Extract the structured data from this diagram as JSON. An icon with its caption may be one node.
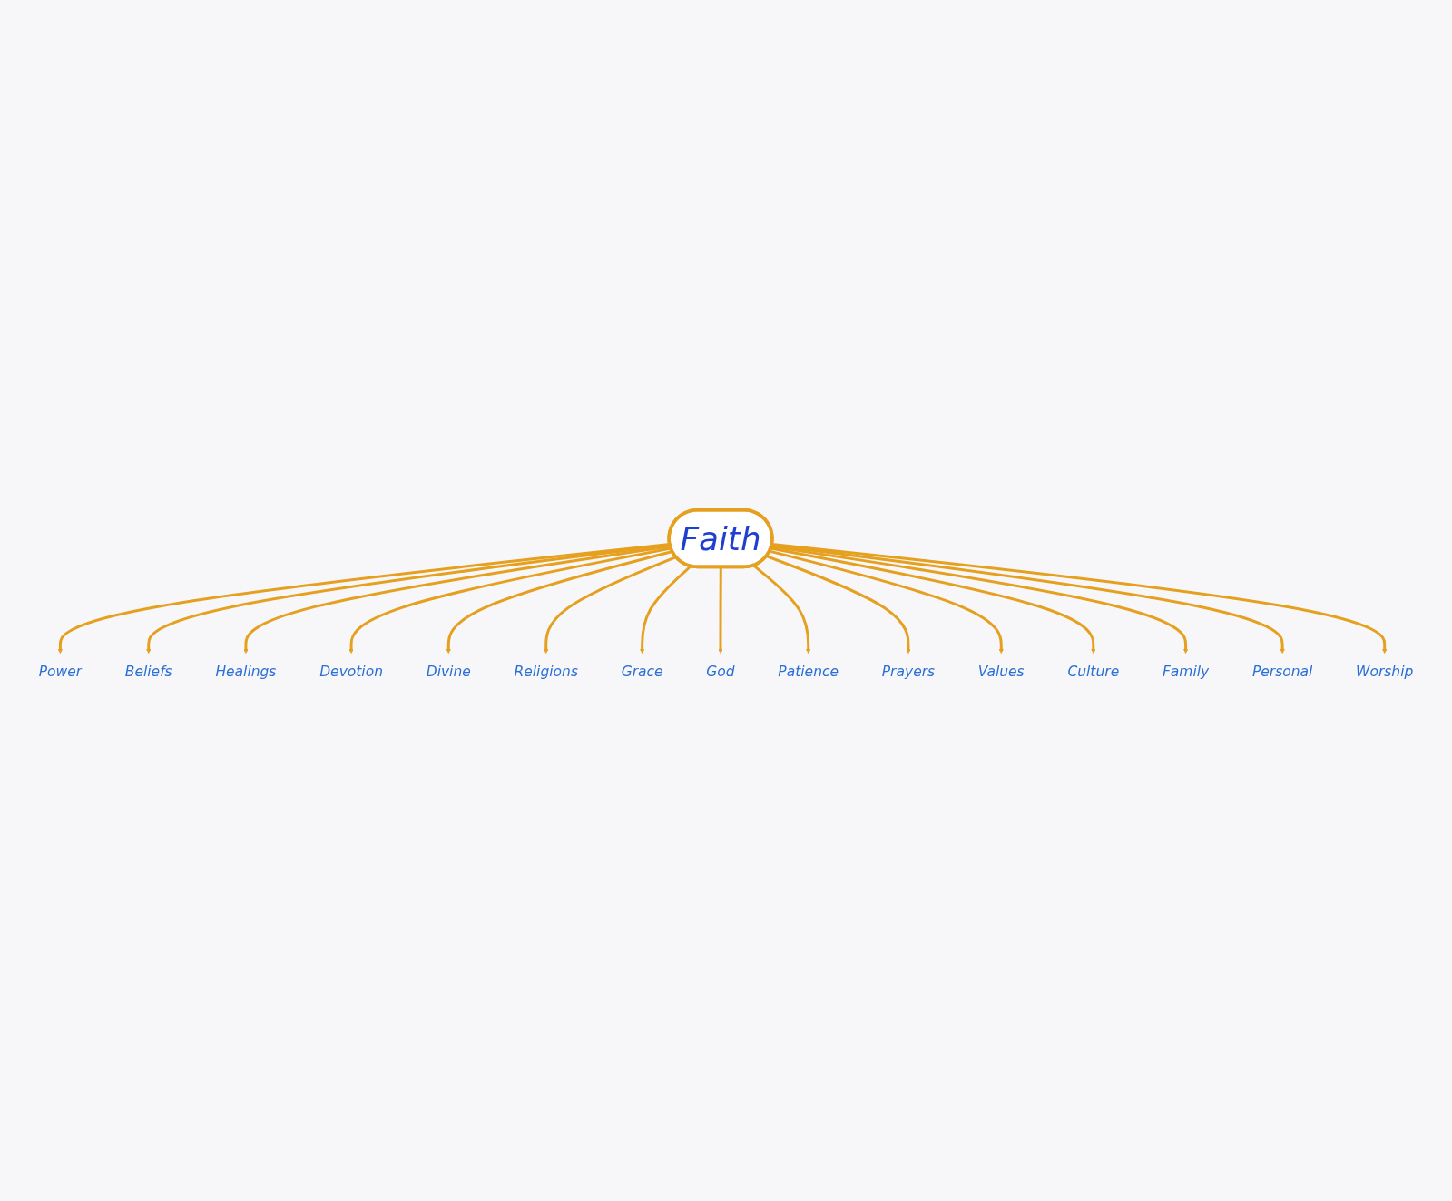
{
  "diagram": {
    "nodes": [
      {
        "text": [
          "Faith"
        ]
      },
      {
        "text": [
          "Power"
        ]
      },
      {
        "text": [
          "Beliefs"
        ]
      },
      {
        "text": [
          "Healings"
        ]
      },
      {
        "text": [
          "Devotion"
        ]
      },
      {
        "text": [
          "Divine"
        ]
      },
      {
        "text": [
          "Religions"
        ]
      },
      {
        "text": [
          "Grace"
        ]
      },
      {
        "text": [
          "God"
        ]
      },
      {
        "text": [
          "Patience"
        ]
      },
      {
        "text": [
          "Prayers"
        ]
      },
      {
        "text": [
          "Values"
        ]
      },
      {
        "text": [
          "Culture"
        ]
      },
      {
        "text": [
          "Family"
        ]
      },
      {
        "text": [
          "Personal"
        ]
      },
      {
        "text": [
          "Worship"
        ]
      }
    ],
    "edges": [
      {
        "from": 0,
        "to": 1,
        "arrow": "to"
      },
      {
        "from": 0,
        "to": 2,
        "arrow": "to"
      },
      {
        "from": 0,
        "to": 3,
        "arrow": "to"
      },
      {
        "from": 0,
        "to": 4,
        "arrow": "to"
      },
      {
        "from": 0,
        "to": 5,
        "arrow": "to"
      },
      {
        "from": 0,
        "to": 6,
        "arrow": "to"
      },
      {
        "from": 0,
        "to": 7,
        "arrow": "to"
      },
      {
        "from": 0,
        "to": 8,
        "arrow": "to"
      },
      {
        "from": 0,
        "to": 9,
        "arrow": "to"
      },
      {
        "from": 0,
        "to": 10,
        "arrow": "to"
      },
      {
        "from": 0,
        "to": 11,
        "arrow": "to"
      },
      {
        "from": 0,
        "to": 12,
        "arrow": "to"
      },
      {
        "from": 0,
        "to": 13,
        "arrow": "to"
      },
      {
        "from": 0,
        "to": 14,
        "arrow": "to"
      },
      {
        "from": 0,
        "to": 15,
        "arrow": "to"
      }
    ]
  }
}
